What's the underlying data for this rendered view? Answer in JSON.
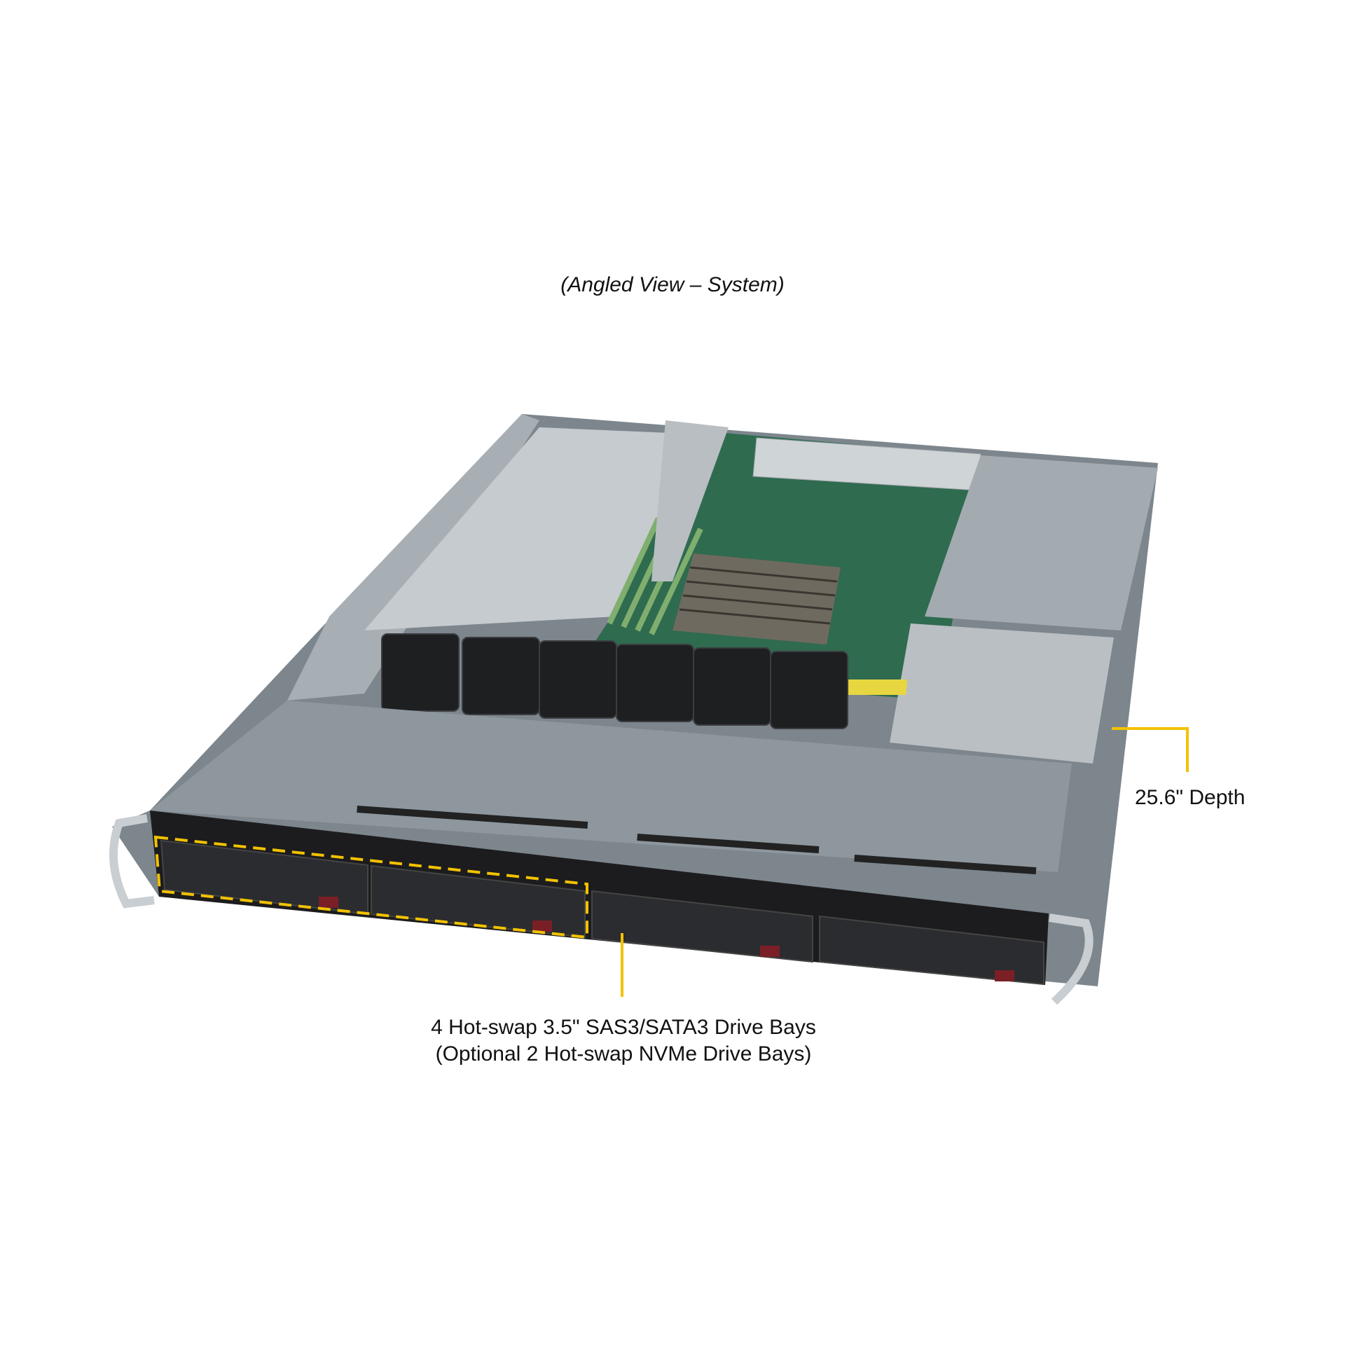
{
  "title": "(Angled View – System)",
  "callouts": {
    "depth": "25.6\" Depth",
    "drive_bays_line1": "4 Hot-swap 3.5\" SAS3/SATA3 Drive Bays",
    "drive_bays_line2": "(Optional 2 Hot-swap NVMe Drive Bays)"
  },
  "colors": {
    "callout_line": "#f2c200",
    "chassis": "#8f989f",
    "front_panel": "#1c1c1e",
    "motherboard": "#2f6b4f"
  }
}
